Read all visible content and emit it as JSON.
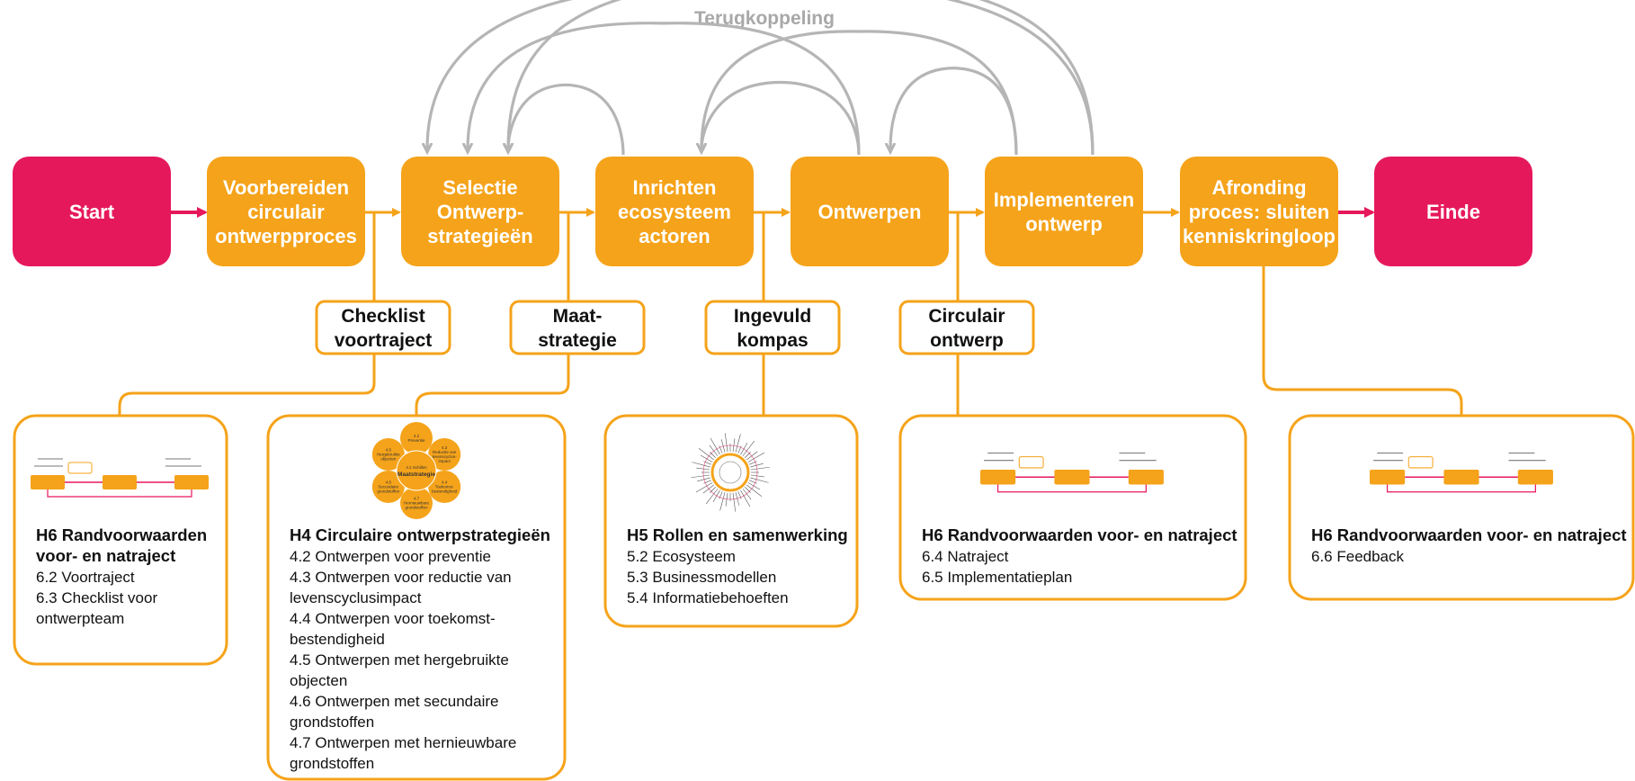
{
  "colors": {
    "terminal": "#e6185c",
    "step": "#f5a31a",
    "feedback": "#b5b5b5",
    "connector": "#f5a31a",
    "arrow": "#f5a31a",
    "terminal_arrow": "#e6185c"
  },
  "feedback_title": "Terugkoppeling",
  "steps": [
    {
      "id": "start",
      "kind": "terminal",
      "lines": [
        "Start"
      ]
    },
    {
      "id": "voorbereiden",
      "kind": "step",
      "lines": [
        "Voorbereiden",
        "circulair",
        "ontwerpproces"
      ]
    },
    {
      "id": "selectie",
      "kind": "step",
      "lines": [
        "Selectie",
        "Ontwerp-",
        "strategieën"
      ]
    },
    {
      "id": "inrichten",
      "kind": "step",
      "lines": [
        "Inrichten",
        "ecosysteem",
        "actoren"
      ]
    },
    {
      "id": "ontwerpen",
      "kind": "step",
      "lines": [
        "Ontwerpen"
      ]
    },
    {
      "id": "implementeren",
      "kind": "step",
      "lines": [
        "Implementeren",
        "ontwerp"
      ]
    },
    {
      "id": "afronding",
      "kind": "step",
      "lines": [
        "Afronding",
        "proces: sluiten",
        "kenniskringloop"
      ]
    },
    {
      "id": "einde",
      "kind": "terminal",
      "lines": [
        "Einde"
      ]
    }
  ],
  "outputs": [
    {
      "id": "checklist",
      "lines": [
        "Checklist",
        "voortraject"
      ]
    },
    {
      "id": "maatstrategie",
      "lines": [
        "Maat-",
        "strategie"
      ]
    },
    {
      "id": "kompas",
      "lines": [
        "Ingevuld",
        "kompas"
      ]
    },
    {
      "id": "circulair-ontwerp",
      "lines": [
        "Circulair",
        "ontwerp"
      ]
    }
  ],
  "cards": [
    {
      "id": "card-h6-a",
      "title": [
        "H6 Randvoorwaarden",
        "voor- en natraject"
      ],
      "items": [
        "6.2  Voortraject",
        "6.3 Checklist voor",
        "ontwerpteam"
      ],
      "thumb": "process"
    },
    {
      "id": "card-h4",
      "title": [
        "H4 Circulaire ontwerpstrategieën"
      ],
      "items": [
        "4.2 Ontwerpen voor preventie",
        "4.3 Ontwerpen voor reductie van",
        "levenscyclusimpact",
        "4.4 Ontwerpen voor toekomst-",
        "bestendigheid",
        "4.5 Ontwerpen met hergebruikte",
        "objecten",
        "4.6 Ontwerpen met secundaire",
        "grondstoffen",
        "4.7 Ontwerpen met hernieuwbare",
        "grondstoffen"
      ],
      "thumb": "flower"
    },
    {
      "id": "card-h5",
      "title": [
        "H5 Rollen en samenwerking"
      ],
      "items": [
        "5.2 Ecosysteem",
        "5.3 Businessmodellen",
        "5.4 Informatiebehoeften"
      ],
      "thumb": "compass"
    },
    {
      "id": "card-h6-b",
      "title": [
        "H6 Randvoorwaarden voor- en natraject"
      ],
      "items": [
        "6.4 Natraject",
        "6.5 Implementatieplan"
      ],
      "thumb": "process"
    },
    {
      "id": "card-h6-c",
      "title": [
        "H6 Randvoorwaarden voor- en natraject"
      ],
      "items": [
        "6.6 Feedback"
      ],
      "thumb": "process"
    }
  ],
  "flower": {
    "center": [
      "4.1 Schillen",
      "Maatstrategie"
    ],
    "petals": [
      [
        "4.2",
        "Preventie"
      ],
      [
        "4.3",
        "Reductie van",
        "levenscyclus-",
        "impact"
      ],
      [
        "4.4",
        "Toekomst-",
        "bestendigheid"
      ],
      [
        "4.5",
        "Hergebruikte",
        "objecten"
      ],
      [
        "4.6",
        "Secundaire",
        "grondstoffen"
      ],
      [
        "4.7",
        "Hernieuwbare",
        "grondstoffen"
      ]
    ]
  }
}
